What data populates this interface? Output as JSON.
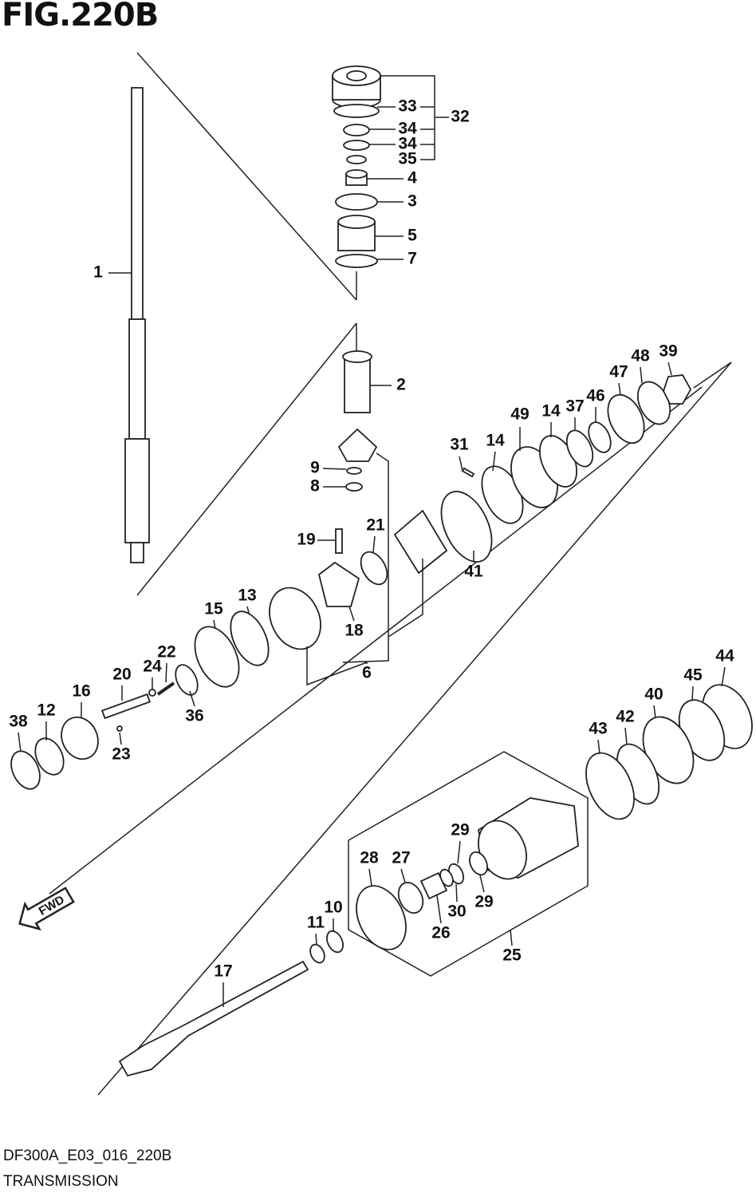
{
  "figure": {
    "title": "FIG.220B",
    "code": "DF300A_E03_016_220B",
    "name": "TRANSMISSION"
  },
  "fwd_arrow": {
    "label": "FWD"
  },
  "callouts": [
    "1",
    "33",
    "32",
    "34",
    "34",
    "35",
    "4",
    "3",
    "5",
    "7",
    "2",
    "9",
    "8",
    "31",
    "14",
    "49",
    "14",
    "37",
    "46",
    "47",
    "48",
    "39",
    "19",
    "21",
    "41",
    "13",
    "15",
    "18",
    "22",
    "24",
    "20",
    "6",
    "16",
    "36",
    "12",
    "38",
    "23",
    "44",
    "45",
    "40",
    "42",
    "43",
    "29",
    "28",
    "27",
    "30",
    "29",
    "26",
    "25",
    "10",
    "11",
    "17"
  ]
}
